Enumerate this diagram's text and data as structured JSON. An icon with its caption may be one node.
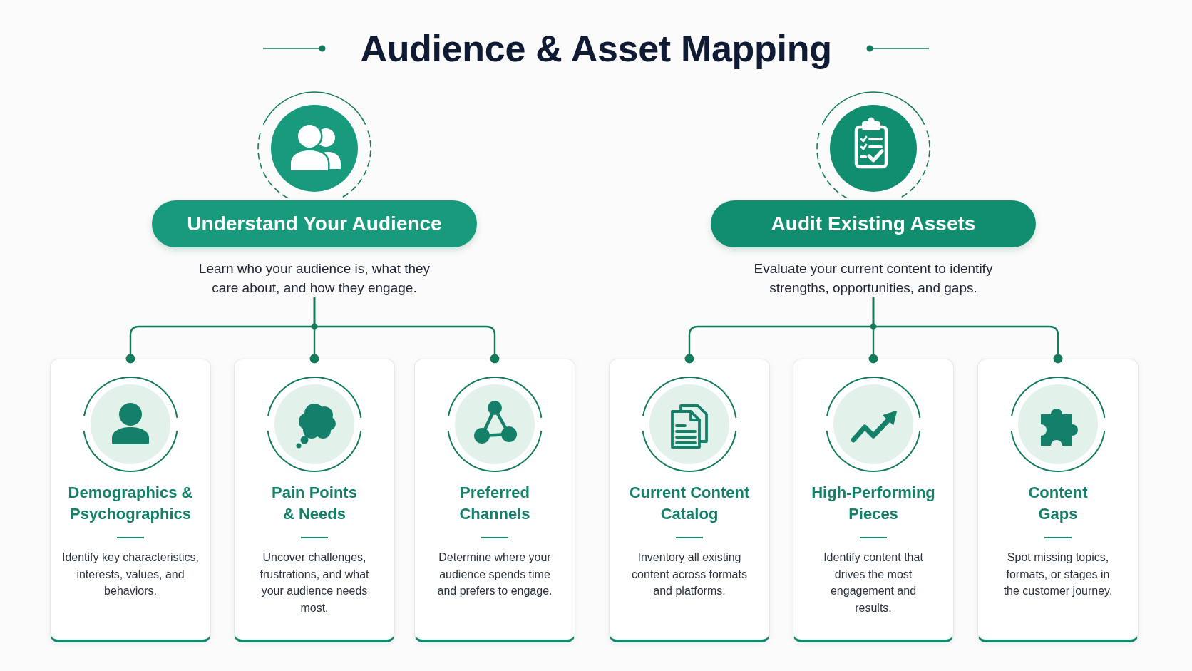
{
  "diagram": {
    "title": "Audience & Asset Mapping",
    "nodes": [
      {
        "text": [
          "Understand Your Audience"
        ],
        "beside": [
          "Learn who your audience is, what they care about, and how they engage."
        ]
      },
      {
        "text": [
          "Audit Existing Assets"
        ],
        "beside": [
          "Evaluate your current content to identify strengths, opportunities, and gaps."
        ]
      },
      {
        "text": [
          "Demographics & Psychographics",
          "Identify key characteristics, interests, values, and behaviors."
        ]
      },
      {
        "text": [
          "Pain Points & Needs",
          "Uncover challenges, frustrations, and what your audience needs most."
        ]
      },
      {
        "text": [
          "Preferred Channels",
          "Determine where your audience spends time and prefers to engage."
        ]
      },
      {
        "text": [
          "Current Content Catalog",
          "Inventory all existing content across formats and platforms."
        ]
      },
      {
        "text": [
          "High-Performing Pieces",
          "Identify content that drives the most engagement and results."
        ]
      },
      {
        "text": [
          "Content Gaps",
          "Spot missing topics, formats, or stages in the customer journey."
        ]
      }
    ],
    "edges": [
      {
        "from": 0,
        "to": 2,
        "arrow": "other"
      },
      {
        "from": 0,
        "to": 3,
        "arrow": "other"
      },
      {
        "from": 0,
        "to": 4,
        "arrow": "other"
      },
      {
        "from": 1,
        "to": 5,
        "arrow": "other"
      },
      {
        "from": 1,
        "to": 6,
        "arrow": "other"
      },
      {
        "from": 1,
        "to": 7,
        "arrow": "other"
      }
    ]
  }
}
